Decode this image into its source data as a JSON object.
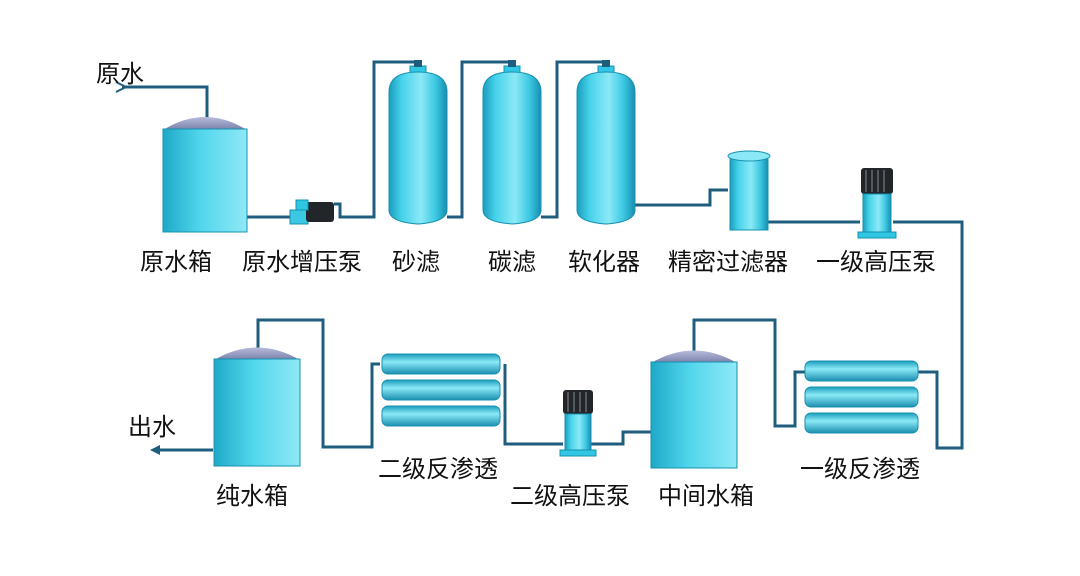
{
  "io": {
    "inlet": "原水",
    "outlet": "出水"
  },
  "equipment": {
    "raw_tank": "原水箱",
    "raw_booster_pump": "原水增压泵",
    "sand_filter": "砂滤",
    "carbon_filter": "碳滤",
    "softener": "软化器",
    "precision_filter": "精密过滤器",
    "stage1_hp_pump": "一级高压泵",
    "stage1_ro": "一级反渗透",
    "intermediate_tank": "中间水箱",
    "stage2_hp_pump": "二级高压泵",
    "stage2_ro": "二级反渗透",
    "pure_tank": "纯水箱"
  },
  "colors": {
    "pipe": "#1f5d7e",
    "vessel_light": "#7de6f5",
    "vessel_mid": "#2fc7e3",
    "vessel_dark": "#1790b0",
    "tank_cap": "#9aa0c4",
    "pump_motor": "#22262b"
  }
}
